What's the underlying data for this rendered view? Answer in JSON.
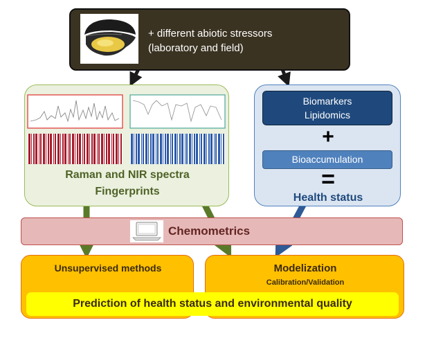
{
  "top": {
    "line1": "+ different abiotic stressors",
    "line2": "(laboratory and field)"
  },
  "spectra": {
    "line1": "Raman and NIR spectra",
    "line2": "Fingerprints"
  },
  "health": {
    "biomarkers": "Biomarkers",
    "lipidomics": "Lipidomics",
    "plus": "+",
    "bioaccumulation": "Bioaccumulation",
    "equals": "=",
    "status": "Health status"
  },
  "chemometrics": "Chemometrics",
  "unsupervised": "Unsupervised methods",
  "modelization": {
    "title": "Modelization",
    "subtitle": "Calibration/Validation"
  },
  "prediction": "Prediction of health status and environmental quality",
  "colors": {
    "dark_box": "#3b3322",
    "green_box": "#ebf1de",
    "green_border": "#9bbb59",
    "blue_box": "#dbe5f1",
    "navy": "#1f497d",
    "chemometrics_fill": "#e6b9b8",
    "orange": "#ffc000",
    "yellow": "#ffff00",
    "green_arrow": "#5a7a2a",
    "blue_arrow": "#2e5a96"
  },
  "icons": {
    "mussel": "mussel-photo",
    "laptop": "laptop-icon"
  }
}
